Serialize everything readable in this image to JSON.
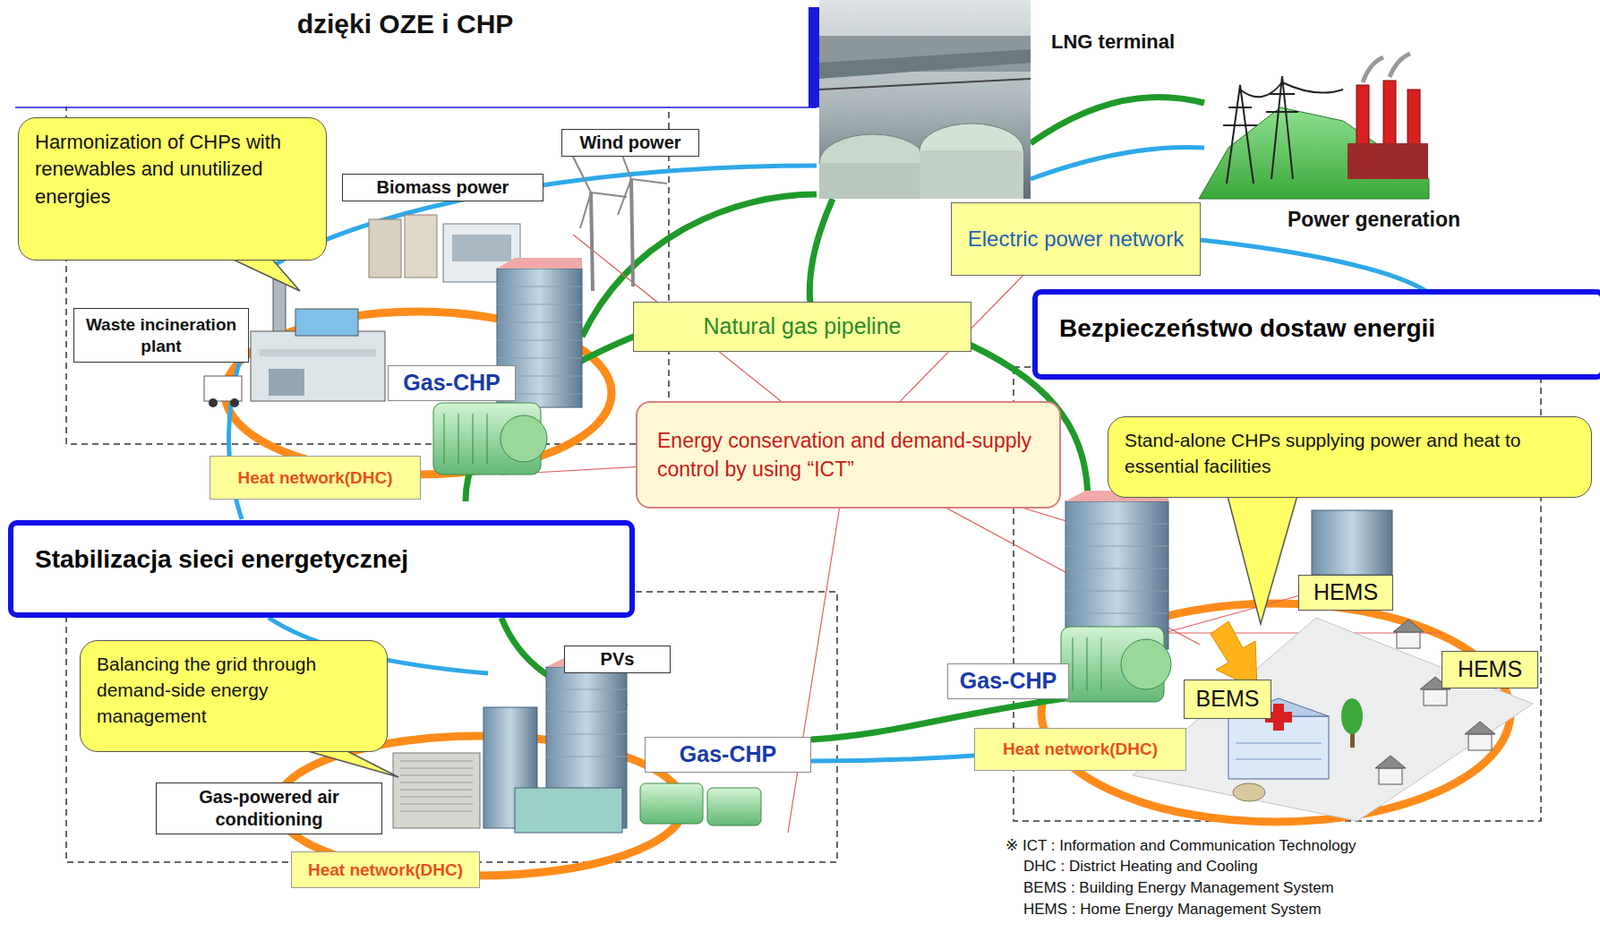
{
  "diagram": {
    "title": "dzięki OZE i CHP",
    "nodes": [
      {
        "text": [
          "Harmonization of CHPs with renewables and unutilized energies"
        ]
      },
      {
        "text": [
          "Wind power"
        ]
      },
      {
        "text": [
          "Biomass power"
        ]
      },
      {
        "text": [
          "Waste incineration plant"
        ]
      },
      {
        "text": [
          "Gas-CHP"
        ]
      },
      {
        "text": [
          "Heat network(DHC)"
        ]
      },
      {
        "text": [
          "Electric power network"
        ]
      },
      {
        "text": [
          "Natural gas pipeline"
        ]
      },
      {
        "text": [
          "Bezpieczeństwo dostaw energii"
        ]
      },
      {
        "text": [
          "Energy conservation and demand-supply control by using “ICT”"
        ]
      },
      {
        "text": [
          "Stand-alone CHPs supplying power and heat to essential facilities"
        ]
      },
      {
        "text": [
          "Stabilizacja sieci energetycznej"
        ]
      },
      {
        "text": [
          "HEMS"
        ]
      },
      {
        "text": [
          "Balancing the grid through demand-side energy management"
        ]
      },
      {
        "text": [
          "PVs"
        ]
      },
      {
        "text": [
          "HEMS"
        ]
      },
      {
        "text": [
          "Gas-CHP"
        ]
      },
      {
        "text": [
          "BEMS"
        ]
      },
      {
        "text": [
          "Gas-CHP"
        ]
      },
      {
        "text": [
          "Heat network(DHC)"
        ]
      },
      {
        "text": [
          "Gas-powered air conditioning"
        ]
      },
      {
        "text": [
          "Heat network(DHC)"
        ]
      }
    ],
    "labels": [
      "LNG terminal",
      "Power generation",
      "※ ICT : Information and Communication Technology",
      "DHC : District Heating and Cooling",
      "BEMS : Building Energy Management System",
      "HEMS : Home Energy Management System"
    ]
  }
}
